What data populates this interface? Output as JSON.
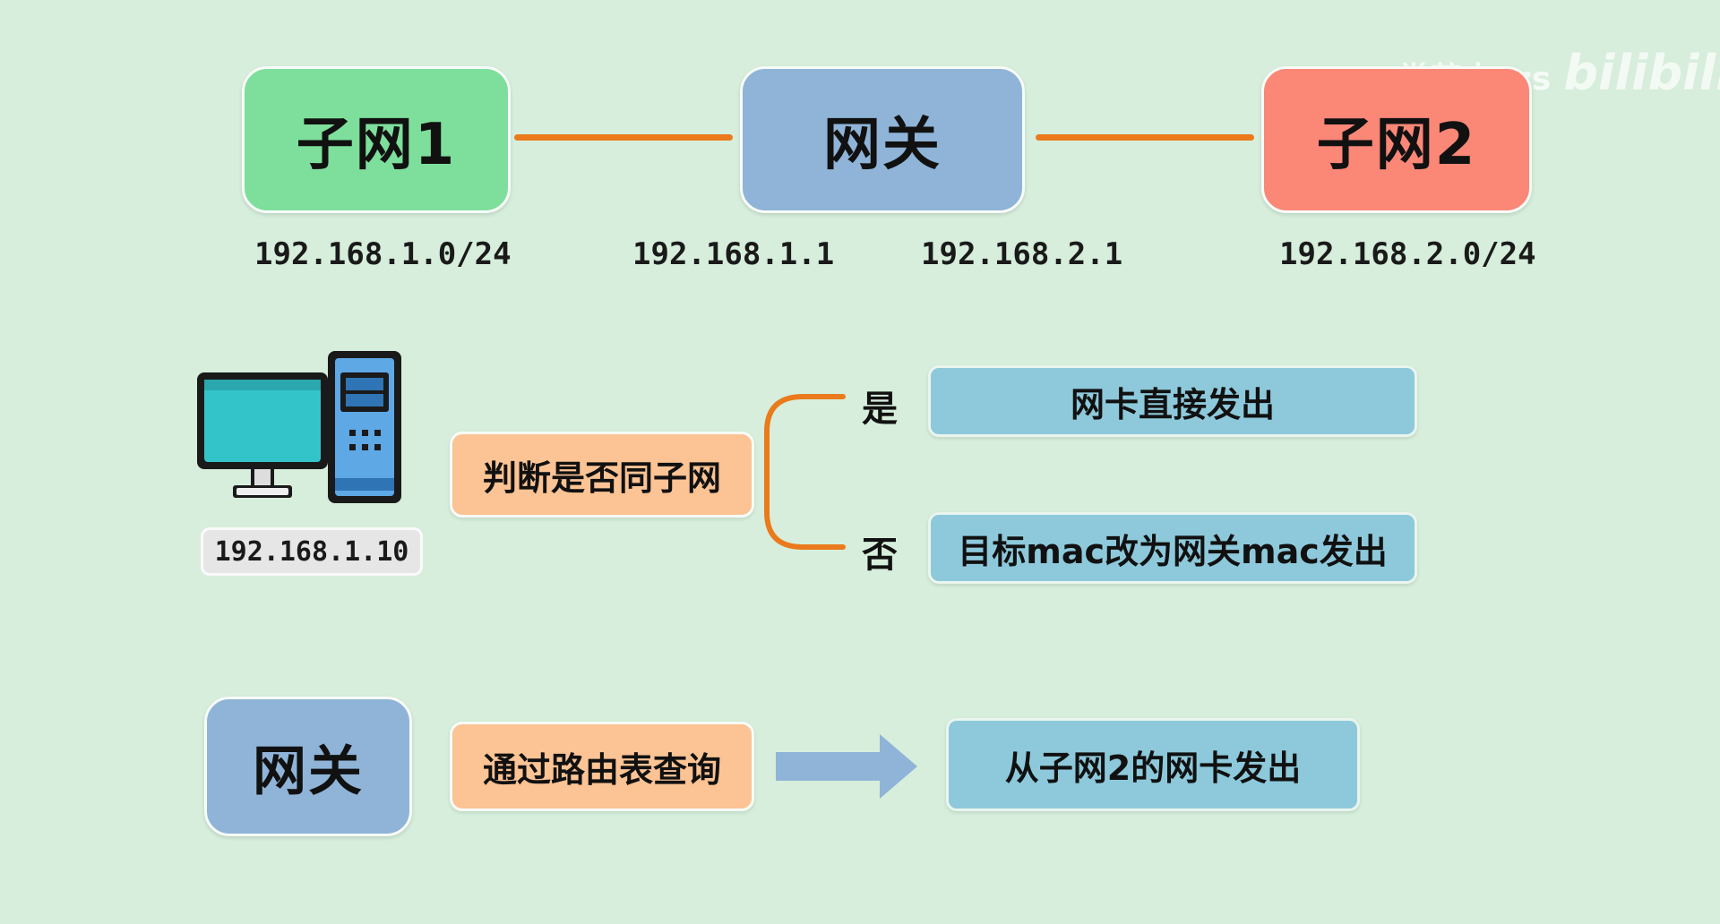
{
  "watermark": {
    "author": "掌芝士zzs",
    "brand": "bilibili"
  },
  "topology": {
    "subnet1": {
      "label": "子网1",
      "cidr": "192.168.1.0/24",
      "color": "#7ddf9b"
    },
    "gateway": {
      "label": "网关",
      "ip_left": "192.168.1.1",
      "ip_right": "192.168.2.1",
      "color": "#8fb4d8"
    },
    "subnet2": {
      "label": "子网2",
      "cidr": "192.168.2.0/24",
      "color": "#fb8777"
    },
    "link_color": "#ea7a1c"
  },
  "host": {
    "icon": "desktop-computer-icon",
    "ip": "192.168.1.10"
  },
  "decision": {
    "question": "判断是否同子网",
    "question_color": "#fcc394",
    "yes_label": "是",
    "yes_action": "网卡直接发出",
    "no_label": "否",
    "no_action": "目标mac改为网关mac发出",
    "action_color": "#8dc9db"
  },
  "routing": {
    "node": "网关",
    "step": "通过路由表查询",
    "result": "从子网2的网卡发出",
    "arrow_color": "#8fb4d8"
  }
}
